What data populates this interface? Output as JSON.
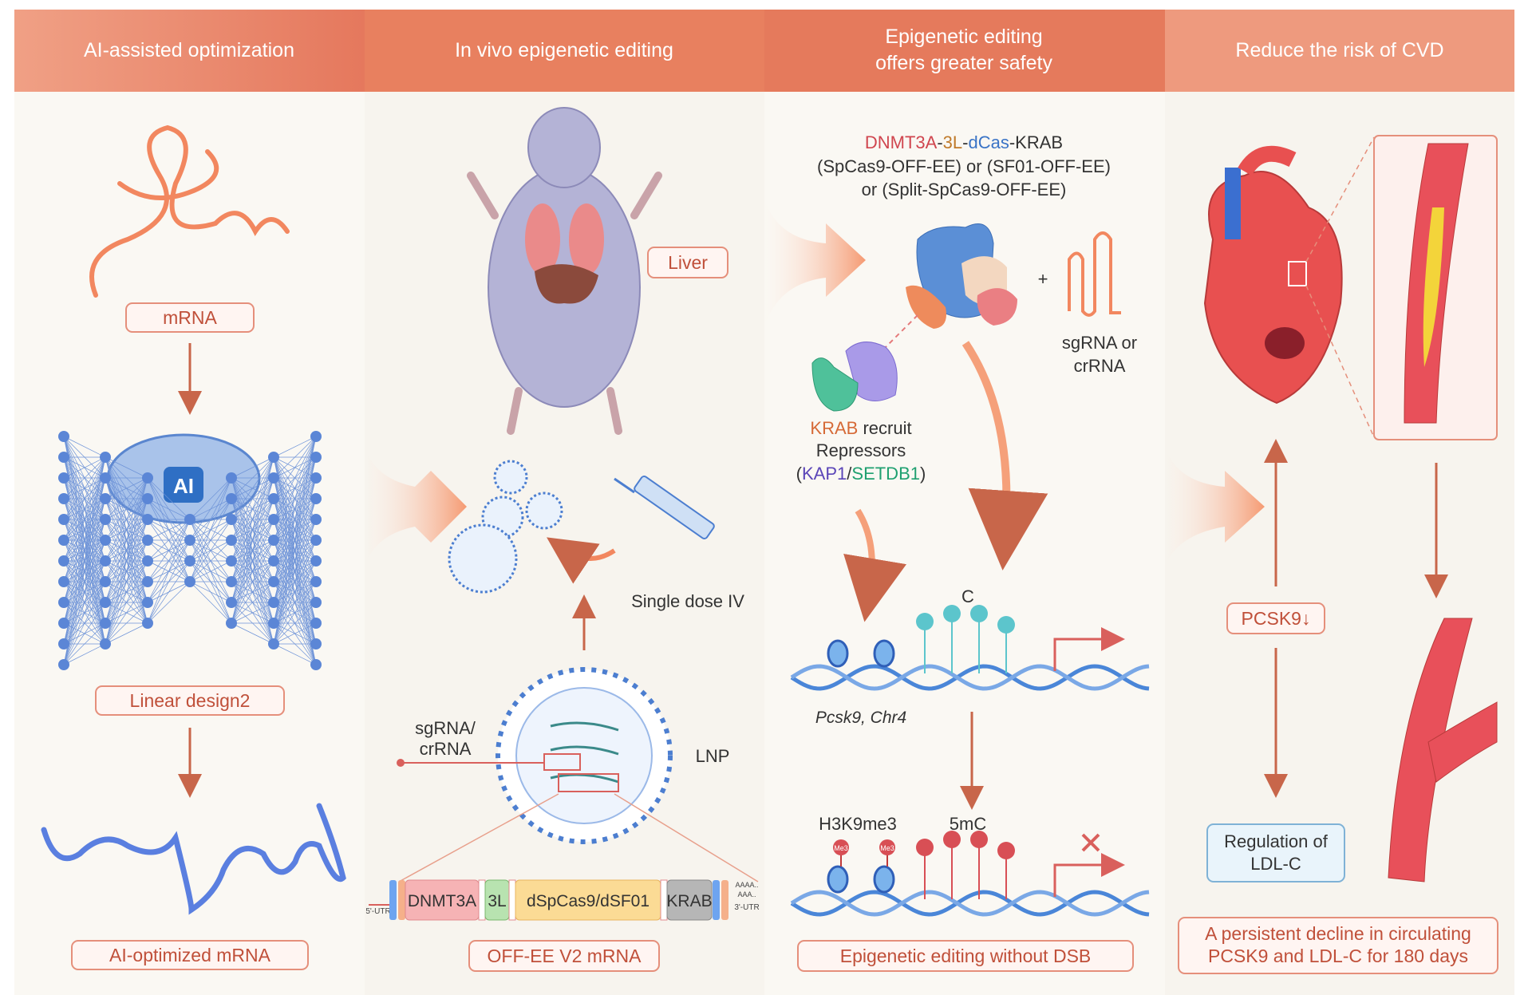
{
  "colors": {
    "header": "#e9866a",
    "panel": "#faf8f3",
    "label_text": "#c0503a",
    "arrow": "#c8664a",
    "dna": "#4a86d8",
    "methyl": "#d84f55",
    "unmethyl": "#5cc5cc"
  },
  "panels": [
    {
      "title": "AI-assisted optimization",
      "labels": {
        "mrna": "mRNA",
        "ai": "AI",
        "linear": "Linear design2",
        "optimized": "AI-optimized mRNA"
      }
    },
    {
      "title": "In vivo epigenetic editing",
      "labels": {
        "liver": "Liver",
        "single_dose": "Single dose IV",
        "sgrna1": "sgRNA/",
        "sgrna2": "crRNA",
        "lnp": "LNP",
        "utr5": "5'-UTR",
        "utr3": "3'-UTR",
        "polya1": "AAAA..",
        "polya2": "AAA..",
        "dnmt3a": "DNMT3A",
        "l3": "3L",
        "dcas": "dSpCas9/dSF01",
        "krab": "KRAB",
        "bottom": "OFF-EE V2 mRNA"
      }
    },
    {
      "title_line1": "Epigenetic editing",
      "title_line2": "offers greater safety",
      "construct": {
        "p1": "DNMT3A",
        "d1": "-",
        "p2": "3L",
        "d2": "-",
        "p3": "dCas",
        "d3": "-",
        "p4": "KRAB"
      },
      "line2": "(SpCas9-OFF-EE) or (SF01-OFF-EE)",
      "line3": "or (Split-SpCas9-OFF-EE)",
      "plus": "+",
      "sgrna1": "sgRNA or",
      "sgrna2": "crRNA",
      "krab": "KRAB",
      "recruit": " recruit",
      "repressors": "Repressors",
      "paren_open": "(",
      "kap1": "KAP1",
      "slash": "/",
      "setdb1": "SETDB1",
      "paren_close": ")",
      "c": "C",
      "locus": "Pcsk9, Chr4",
      "h3k9": "H3K9me3",
      "mc5": "5mC",
      "me3": "Me3",
      "bottom": "Epigenetic editing without DSB"
    },
    {
      "title": "Reduce the risk of CVD",
      "pcsk9": "PCSK9",
      "down": "↓",
      "reg1": "Regulation of",
      "reg2": "LDL-C",
      "bottom1": "A persistent decline in circulating",
      "bottom2": "PCSK9 and LDL-C for 180 days"
    }
  ]
}
